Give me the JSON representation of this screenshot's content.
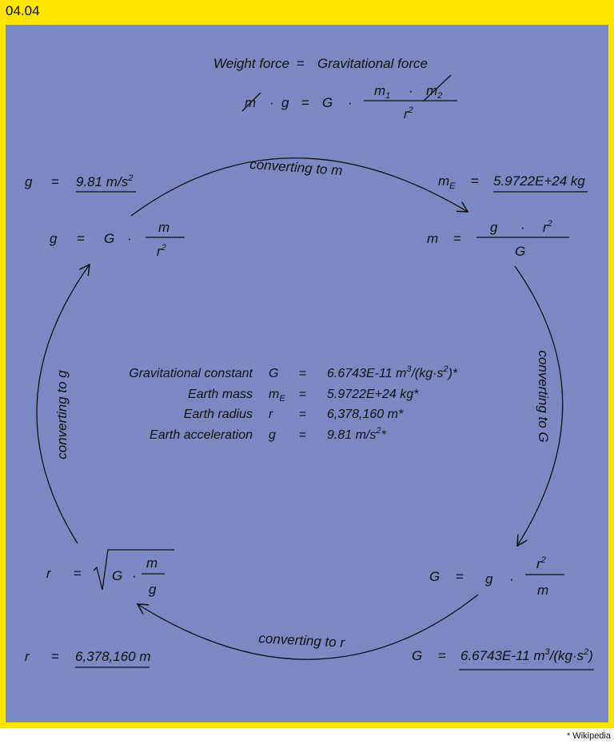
{
  "header": {
    "tag": "04.04"
  },
  "top_equation": {
    "heading_left": "Weight force",
    "equals": "=",
    "heading_right": "Gravitational force",
    "lhs_m": "m",
    "dot": "·",
    "lhs_g": "g",
    "rhs_G": "G",
    "m1": "m",
    "m1_sub": "1",
    "m2": "m",
    "m2_sub": "2",
    "r": "r",
    "r_sup": "2"
  },
  "formulas": {
    "g_value": {
      "var": "g",
      "equals": "=",
      "value": "9.81 m/s",
      "sup": "2"
    },
    "g_formula": {
      "var": "g",
      "equals": "=",
      "G": "G",
      "dot": "·",
      "num": "m",
      "den": "r",
      "den_sup": "2"
    },
    "m_value": {
      "var": "m",
      "var_sub": "E",
      "equals": "=",
      "value": "5.9722E+24 kg"
    },
    "m_formula": {
      "var": "m",
      "equals": "=",
      "g": "g",
      "dot": "·",
      "r": "r",
      "r_sup": "2",
      "den": "G"
    },
    "G_formula": {
      "var": "G",
      "equals": "=",
      "g": "g",
      "dot": "·",
      "num": "r",
      "num_sup": "2",
      "den": "m"
    },
    "G_value": {
      "var": "G",
      "equals": "=",
      "value_a": "6.6743E-11 m",
      "sup_a": "3",
      "value_b": "/(kg·s",
      "sup_b": "2",
      "value_c": ")"
    },
    "r_formula": {
      "var": "r",
      "equals": "=",
      "G": "G",
      "dot": "·",
      "num": "m",
      "den": "g"
    },
    "r_value": {
      "var": "r",
      "equals": "=",
      "value": "6,378,160 m"
    }
  },
  "cycle_labels": {
    "to_m": "converting to m",
    "to_G": "converting to G",
    "to_r": "converting to r",
    "to_g": "converting to g"
  },
  "constants": [
    {
      "label": "Gravitational constant",
      "symbol": "G",
      "sub": "",
      "equals": "=",
      "value": "6.6743E-11 m",
      "sup1": "3",
      "value2": "/(kg·s",
      "sup2": "2",
      "value3": ")*"
    },
    {
      "label": "Earth mass",
      "symbol": "m",
      "sub": "E",
      "equals": "=",
      "value": "5.9722E+24 kg*",
      "sup1": "",
      "value2": "",
      "sup2": "",
      "value3": ""
    },
    {
      "label": "Earth radius",
      "symbol": "r",
      "sub": "",
      "equals": "=",
      "value": "6,378,160 m*",
      "sup1": "",
      "value2": "",
      "sup2": "",
      "value3": ""
    },
    {
      "label": "Earth acceleration",
      "symbol": "g",
      "sub": "",
      "equals": "=",
      "value": "9.81 m/s",
      "sup1": "2",
      "value2": "*",
      "sup2": "",
      "value3": ""
    }
  ],
  "footnote": "* Wikipedia"
}
